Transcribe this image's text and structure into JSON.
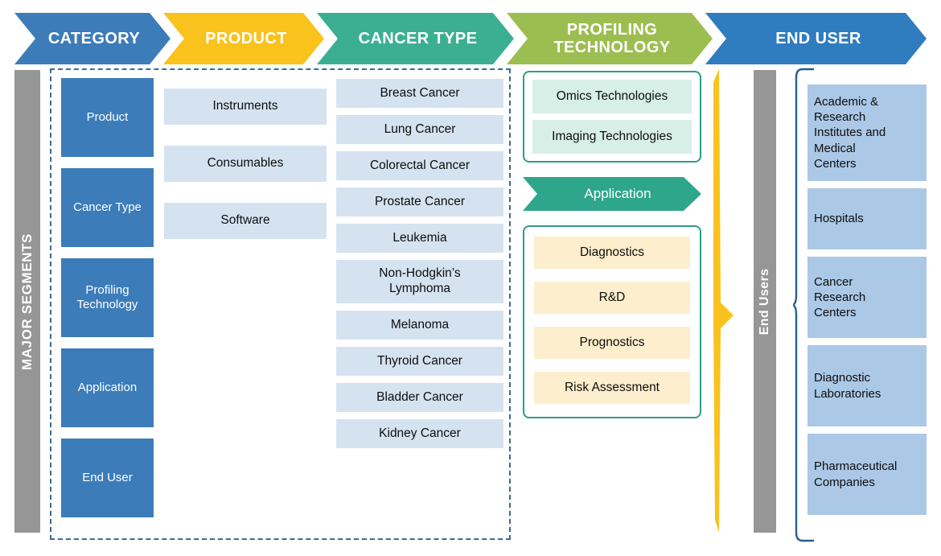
{
  "colors": {
    "blue": "#3c7cb9",
    "yellow": "#f9c21c",
    "teal": "#2ea68b",
    "green": "#9cbe51",
    "gray": "#969696",
    "light_blue": "#d5e3f1",
    "mint": "#d8efe7",
    "cream": "#fdeecd",
    "enduser_blue": "#abc8e6",
    "dashed_border": "#3a6b93"
  },
  "header": {
    "chevrons": [
      {
        "label": "CATEGORY",
        "color": "#3c7cb9"
      },
      {
        "label": "PRODUCT",
        "color": "#f9c21c"
      },
      {
        "label": "CANCER TYPE",
        "color": "#3caf93"
      },
      {
        "label": "PROFILING\nTECHNOLOGY",
        "color": "#9cbe51"
      },
      {
        "label": "END USER",
        "color": "#2f7cbe"
      }
    ]
  },
  "left_rail": {
    "label": "MAJOR SEGMENTS"
  },
  "segments": {
    "items": [
      {
        "label": "Product"
      },
      {
        "label": "Cancer Type"
      },
      {
        "label": "Profiling Technology"
      },
      {
        "label": "Application"
      },
      {
        "label": "End User"
      }
    ]
  },
  "product": {
    "items": [
      {
        "label": "Instruments"
      },
      {
        "label": "Consumables"
      },
      {
        "label": "Software"
      }
    ]
  },
  "cancer_type": {
    "items": [
      {
        "label": "Breast Cancer"
      },
      {
        "label": "Lung Cancer"
      },
      {
        "label": "Colorectal Cancer"
      },
      {
        "label": "Prostate Cancer"
      },
      {
        "label": "Leukemia"
      },
      {
        "label": "Non-Hodgkin's Lymphoma"
      },
      {
        "label": "Melanoma"
      },
      {
        "label": "Thyroid Cancer"
      },
      {
        "label": "Bladder Cancer"
      },
      {
        "label": "Kidney Cancer"
      }
    ]
  },
  "profiling_technology": {
    "items": [
      {
        "label": "Omics Technologies"
      },
      {
        "label": "Imaging Technologies"
      }
    ]
  },
  "application": {
    "header": "Application",
    "items": [
      {
        "label": "Diagnostics"
      },
      {
        "label": "R&D"
      },
      {
        "label": "Prognostics"
      },
      {
        "label": "Risk Assessment"
      }
    ]
  },
  "end_user_rail": {
    "label": "End Users"
  },
  "end_user": {
    "items": [
      {
        "label": "Academic & Research Institutes and Medical Centers"
      },
      {
        "label": "Hospitals"
      },
      {
        "label": "Cancer Research Centers"
      },
      {
        "label": "Diagnostic Laboratories"
      },
      {
        "label": "Pharmaceutical Companies"
      }
    ]
  }
}
